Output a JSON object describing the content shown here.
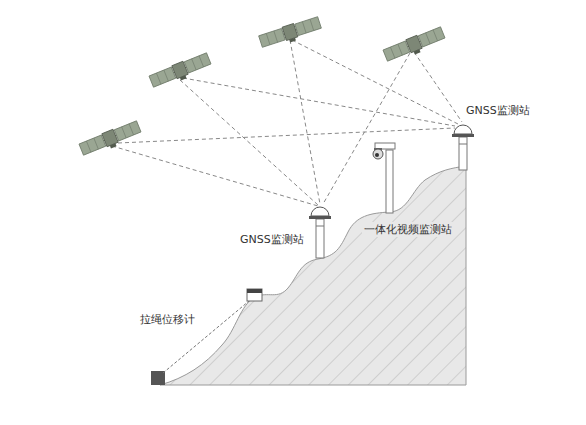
{
  "diagram": {
    "labels": [
      "GNSS监测站",
      "一体化视频监测站",
      "GNSS监测站",
      "拉绳位移计"
    ]
  }
}
